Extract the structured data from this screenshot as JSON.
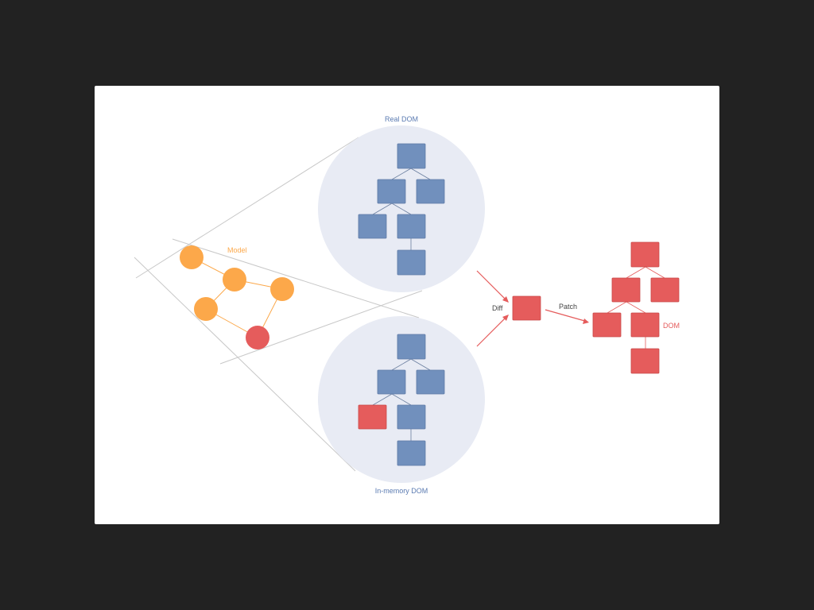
{
  "colors": {
    "background": "#222222",
    "canvas": "#ffffff",
    "circle_fill": "#e8ebf4",
    "blue_node": "#7190bd",
    "red_node": "#e55c5c",
    "orange_node": "#fca84a",
    "guide_line": "#c8c8c8",
    "arrow": "#e55c5c"
  },
  "labels": {
    "real_dom": "Real DOM",
    "in_memory_dom": "In-memory DOM",
    "model": "Model",
    "diff": "Diff",
    "patch": "Patch",
    "dom": "DOM"
  },
  "model_graph": {
    "nodes": [
      "model",
      "model",
      "model",
      "model",
      "changed"
    ]
  },
  "real_dom_tree": {
    "nodes": [
      "unchanged",
      "unchanged",
      "unchanged",
      "unchanged",
      "unchanged",
      "unchanged"
    ]
  },
  "in_memory_dom_tree": {
    "nodes": [
      "unchanged",
      "unchanged",
      "unchanged",
      "changed",
      "unchanged",
      "unchanged"
    ]
  },
  "result_dom_tree": {
    "nodes": [
      "changed",
      "changed",
      "changed",
      "changed",
      "changed",
      "changed"
    ]
  }
}
